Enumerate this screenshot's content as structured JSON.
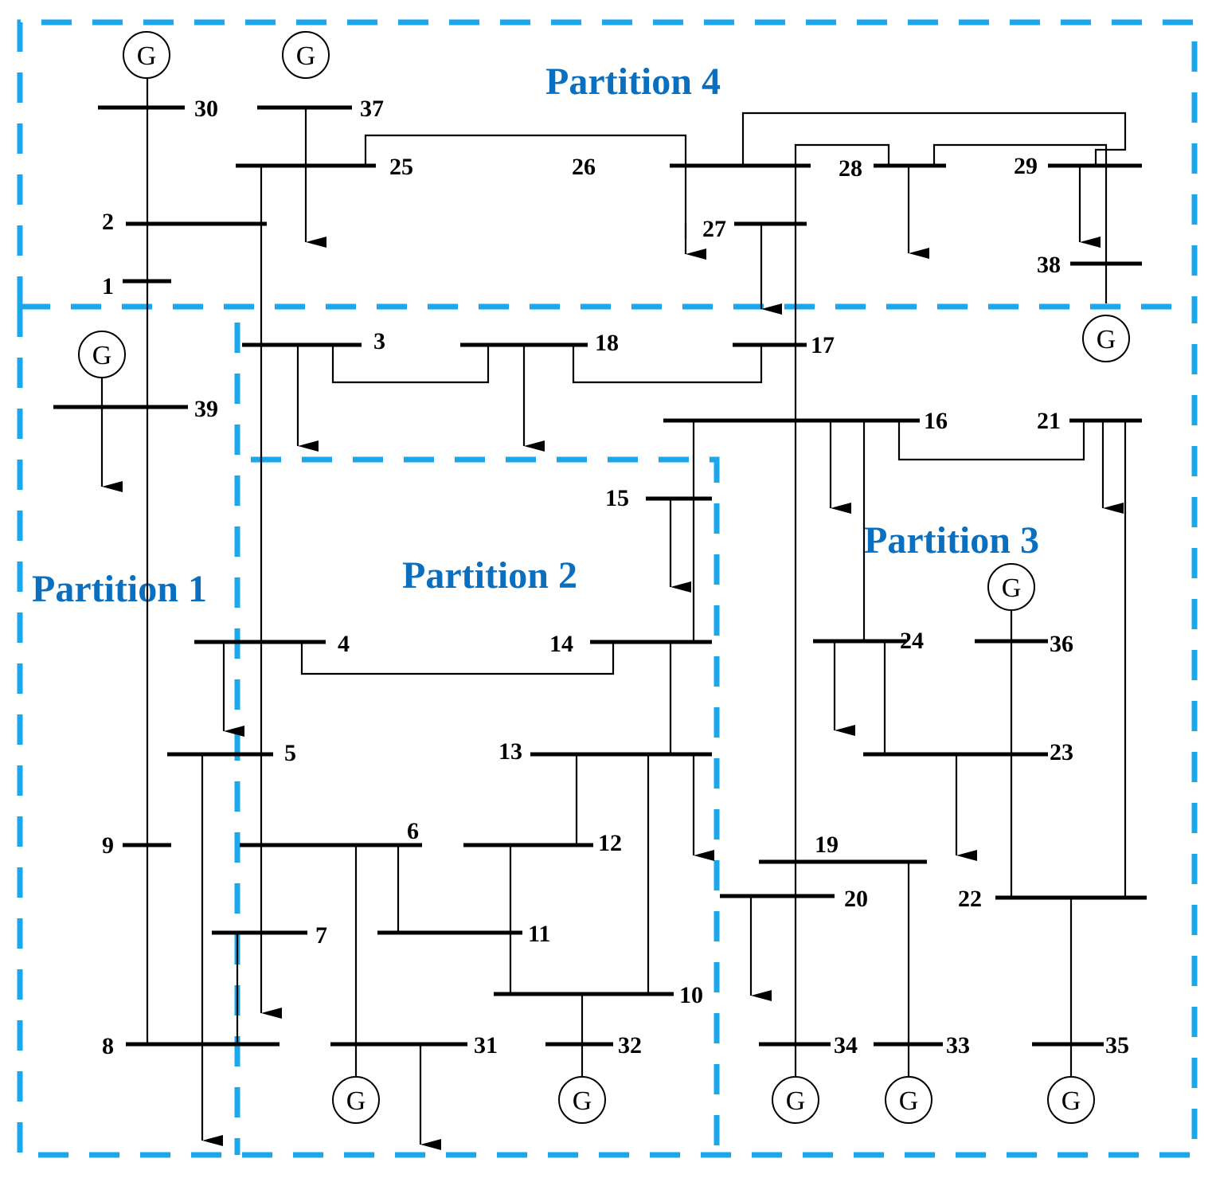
{
  "colors": {
    "partition_border": "#1aa7ec",
    "partition_label": "#0b6fbf",
    "line": "#000000",
    "background": "#ffffff"
  },
  "partitions": [
    {
      "id": "p1",
      "label": "Partition 1"
    },
    {
      "id": "p2",
      "label": "Partition 2"
    },
    {
      "id": "p3",
      "label": "Partition 3"
    },
    {
      "id": "p4",
      "label": "Partition 4"
    }
  ],
  "generator_symbol": "G",
  "buses": [
    "1",
    "2",
    "3",
    "4",
    "5",
    "6",
    "7",
    "8",
    "9",
    "10",
    "11",
    "12",
    "13",
    "14",
    "15",
    "16",
    "17",
    "18",
    "19",
    "20",
    "21",
    "22",
    "23",
    "24",
    "25",
    "26",
    "27",
    "28",
    "29",
    "30",
    "31",
    "32",
    "33",
    "34",
    "35",
    "36",
    "37",
    "38",
    "39"
  ],
  "icons": {
    "generator": "generator-icon",
    "load": "load-arrow-icon"
  }
}
